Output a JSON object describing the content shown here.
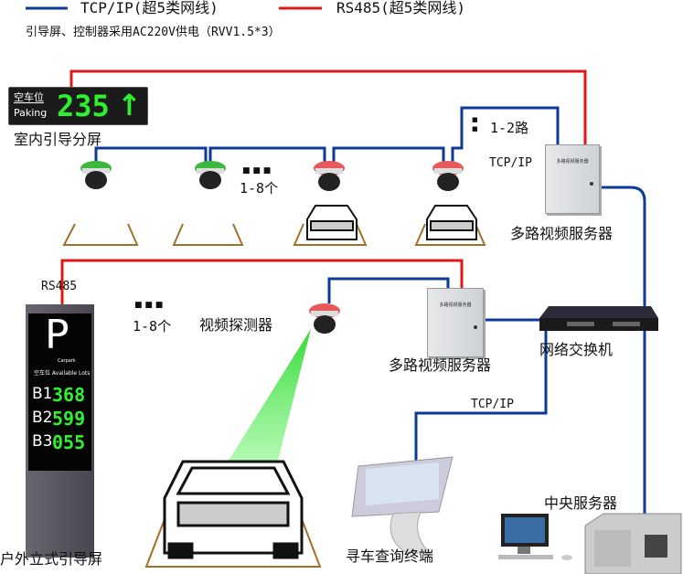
{
  "legend": {
    "tcp_label": "TCP/IP(超5类网线)",
    "rs485_label": "RS485(超5类网线)",
    "tcp_color": "#0b3a9a",
    "rs485_color": "#e01818",
    "power_note": "引导屏、控制器采用AC220V供电（RVV1.5*3）"
  },
  "indoor_sign": {
    "label_cn": "空车位",
    "label_en": "Paking",
    "count": "235",
    "arrow": "↑",
    "caption": "室内引导分屏"
  },
  "cameras_top": {
    "count_label": "1-8个",
    "dots": "■ ■ ■"
  },
  "route_label": {
    "dots": "■\n■",
    "text": "1-2路"
  },
  "server1": {
    "tcp_label": "TCP/IP",
    "box_text": "多路视频服务器",
    "caption": "多路视频服务器"
  },
  "server2": {
    "box_text": "多路视频服务器",
    "caption": "多路视频服务器"
  },
  "switch": {
    "caption": "网络交换机"
  },
  "kiosk": {
    "tcp_label": "TCP/IP",
    "caption": "寻车查询终端"
  },
  "central": {
    "caption": "中央服务器"
  },
  "outdoor_sign": {
    "rs485_label": "RS485",
    "letter": "P",
    "sub": "Carpark",
    "avail": "空车位 Available Lots",
    "rows": [
      {
        "level": "B1",
        "count": "368"
      },
      {
        "level": "B2",
        "count": "599"
      },
      {
        "level": "B3",
        "count": "055"
      }
    ],
    "caption": "户外立式引导屏"
  },
  "detector": {
    "dots": "■ ■ ■",
    "count_label": "1-8个",
    "caption": "视频探测器"
  }
}
